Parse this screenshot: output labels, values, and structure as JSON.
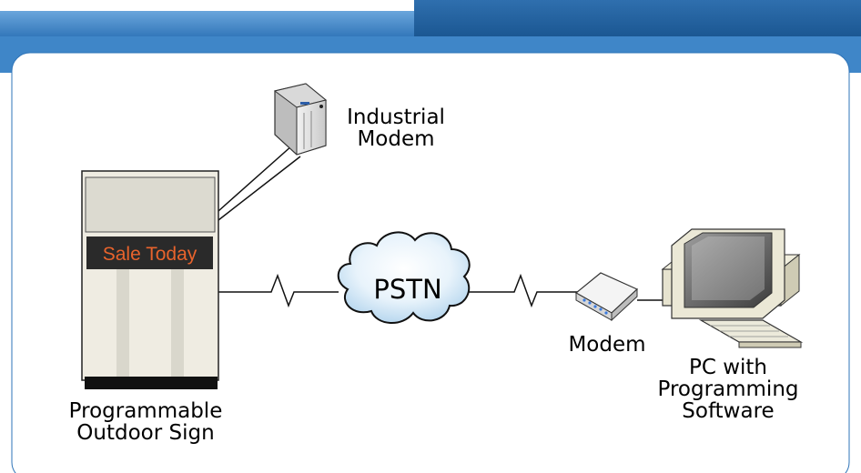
{
  "labels": {
    "industrial_modem": [
      "Industrial",
      "Modem"
    ],
    "pstn": "PSTN",
    "sign_display": "Sale Today",
    "modem": "Modem",
    "pc": [
      "PC with",
      "Programming",
      "Software"
    ],
    "sign": [
      "Programmable",
      "Outdoor Sign"
    ]
  },
  "colors": {
    "header_blue": "#3a7fc1",
    "tab_blue": "#1c5c98",
    "display_orange": "#e8632c",
    "display_bg": "#2a2a2a",
    "sign_body": "#efece2",
    "pc_beige": "#e6e3cf"
  }
}
